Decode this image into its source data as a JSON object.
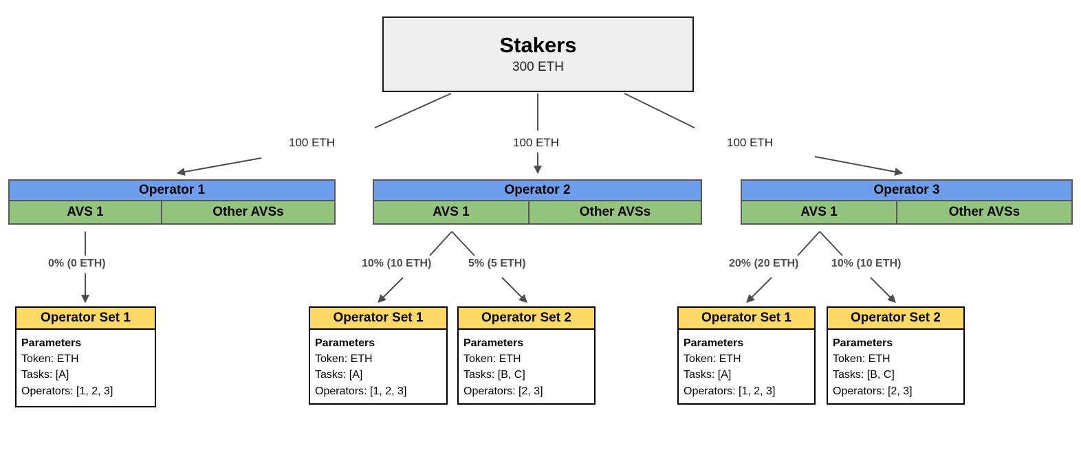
{
  "diagram": {
    "root": {
      "title": "Stakers",
      "amount": "300 ETH"
    },
    "stake_edge_labels": [
      "100 ETH",
      "100 ETH",
      "100 ETH"
    ],
    "operators": [
      {
        "name": "Operator 1",
        "avs_label": "AVS 1",
        "other_label": "Other AVSs",
        "allocations": [
          "0% (0 ETH)"
        ],
        "operator_sets": [
          {
            "title": "Operator Set 1",
            "params_heading": "Parameters",
            "token": "Token: ETH",
            "tasks": "Tasks: [A]",
            "operators": "Operators: [1, 2, 3]"
          }
        ]
      },
      {
        "name": "Operator 2",
        "avs_label": "AVS 1",
        "other_label": "Other AVSs",
        "allocations": [
          "10% (10 ETH)",
          "5% (5 ETH)"
        ],
        "operator_sets": [
          {
            "title": "Operator Set 1",
            "params_heading": "Parameters",
            "token": "Token: ETH",
            "tasks": "Tasks: [A]",
            "operators": "Operators: [1, 2, 3]"
          },
          {
            "title": "Operator Set 2",
            "params_heading": "Parameters",
            "token": "Token: ETH",
            "tasks": "Tasks: [B, C]",
            "operators": "Operators: [2, 3]"
          }
        ]
      },
      {
        "name": "Operator 3",
        "avs_label": "AVS 1",
        "other_label": "Other AVSs",
        "allocations": [
          "20% (20 ETH)",
          "10% (10 ETH)"
        ],
        "operator_sets": [
          {
            "title": "Operator Set 1",
            "params_heading": "Parameters",
            "token": "Token: ETH",
            "tasks": "Tasks: [A]",
            "operators": "Operators: [1, 2, 3]"
          },
          {
            "title": "Operator Set 2",
            "params_heading": "Parameters",
            "token": "Token: ETH",
            "tasks": "Tasks: [B, C]",
            "operators": "Operators: [2, 3]"
          }
        ]
      }
    ],
    "colors": {
      "root_fill": "#efefef",
      "operator_header_fill": "#6d9eeb",
      "avs_fill": "#93c47d",
      "operator_set_header_fill": "#ffd966",
      "edge_stroke": "#4d4d4d",
      "label_text": "#4d4d4d"
    }
  }
}
